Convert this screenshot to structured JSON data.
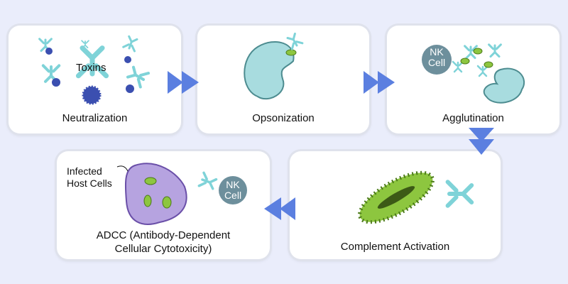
{
  "steps": [
    {
      "label": "Neutralization",
      "annotation": "Toxins"
    },
    {
      "label": "Opsonization"
    },
    {
      "label": "Agglutination",
      "annotation_line1": "NK",
      "annotation_line2": "Cell"
    },
    {
      "label": "Complement Activation"
    },
    {
      "label_line1": "ADCC (Antibody-Dependent",
      "label_line2": "Cellular Cytotoxicity)",
      "annotation_line1": "Infected",
      "annotation_line2": "Host Cells",
      "nk_line1": "NK",
      "nk_line2": "Cell"
    }
  ],
  "colors": {
    "background": "#eaedfb",
    "arrow": "#5b7fe0",
    "antibody": "#7fd3d8",
    "toxin": "#3b4fb0",
    "phagocyte": "#a8dcdf",
    "bacteria": "#8dc63f",
    "host_cell": "#b6a3e0",
    "nk_cell": "#6d8f9c"
  }
}
